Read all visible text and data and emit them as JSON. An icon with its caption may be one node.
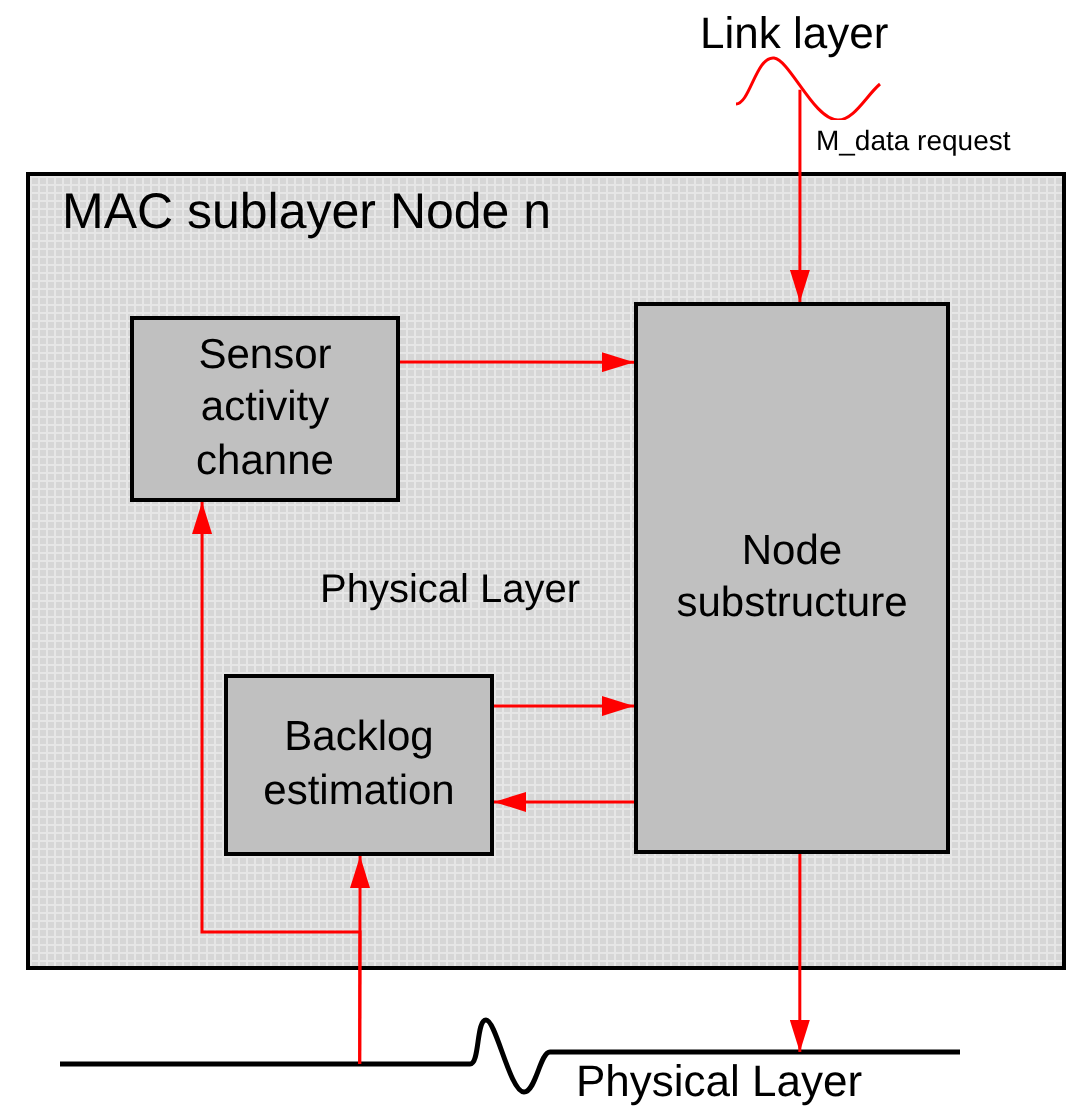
{
  "diagram": {
    "nodes": [
      {
        "text": [
          "MAC sublayer Node n"
        ]
      },
      {
        "text": [
          "Sensor activity channe"
        ],
        "in": 0
      },
      {
        "text": [
          "Node substructure"
        ],
        "in": 0
      },
      {
        "text": [
          "Backlog estimation"
        ],
        "in": 0
      },
      {
        "text": [
          "Link layer"
        ]
      },
      {
        "text": [
          "Physical Layer"
        ]
      }
    ],
    "edges": [
      {
        "from": 4,
        "to": 2,
        "arrow": "to",
        "label": "M_data request"
      },
      {
        "from": 1,
        "to": 2,
        "arrow": "to"
      },
      {
        "from": 3,
        "to": 2,
        "arrow": "to"
      },
      {
        "from": 2,
        "to": 3,
        "arrow": "to"
      },
      {
        "from": 2,
        "to": 5,
        "arrow": "to"
      },
      {
        "from": 5,
        "to": 3,
        "arrow": "to"
      },
      {
        "from": 5,
        "to": 1,
        "arrow": "to"
      }
    ],
    "labels": [
      "Physical Layer"
    ]
  }
}
